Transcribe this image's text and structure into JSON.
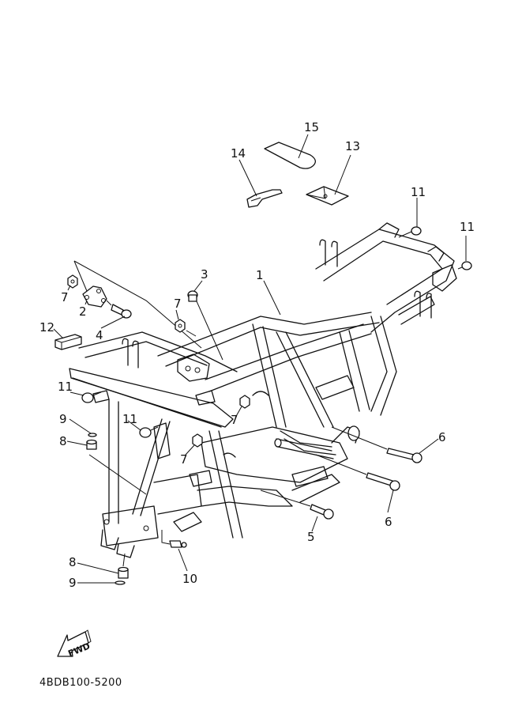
{
  "diagram": {
    "type": "exploded parts diagram",
    "subject": "frame assembly",
    "part_number_code": "4BDB100-5200",
    "direction_indicator": "FWD",
    "callouts": [
      {
        "id": "c1",
        "label": "1",
        "part": "frame"
      },
      {
        "id": "c2",
        "label": "2",
        "part": "bracket"
      },
      {
        "id": "c3",
        "label": "3",
        "part": "bolt"
      },
      {
        "id": "c4",
        "label": "4",
        "part": "bolt"
      },
      {
        "id": "c5",
        "label": "5",
        "part": "bolt"
      },
      {
        "id": "c6a",
        "label": "6",
        "part": "bolt"
      },
      {
        "id": "c6b",
        "label": "6",
        "part": "bolt"
      },
      {
        "id": "c7a",
        "label": "7",
        "part": "nut"
      },
      {
        "id": "c7b",
        "label": "7",
        "part": "nut"
      },
      {
        "id": "c7c",
        "label": "7",
        "part": "nut"
      },
      {
        "id": "c7d",
        "label": "7",
        "part": "nut"
      },
      {
        "id": "c8a",
        "label": "8",
        "part": "cap"
      },
      {
        "id": "c8b",
        "label": "8",
        "part": "cap"
      },
      {
        "id": "c9a",
        "label": "9",
        "part": "o-ring"
      },
      {
        "id": "c9b",
        "label": "9",
        "part": "o-ring"
      },
      {
        "id": "c10",
        "label": "10",
        "part": "grease nipple"
      },
      {
        "id": "c11a",
        "label": "11",
        "part": "cap"
      },
      {
        "id": "c11b",
        "label": "11",
        "part": "cap"
      },
      {
        "id": "c11c",
        "label": "11",
        "part": "cap"
      },
      {
        "id": "c11d",
        "label": "11",
        "part": "cap"
      },
      {
        "id": "c12",
        "label": "12",
        "part": "damper"
      },
      {
        "id": "c13",
        "label": "13",
        "part": "case"
      },
      {
        "id": "c14",
        "label": "14",
        "part": "band"
      },
      {
        "id": "c15",
        "label": "15",
        "part": "plate"
      }
    ]
  }
}
